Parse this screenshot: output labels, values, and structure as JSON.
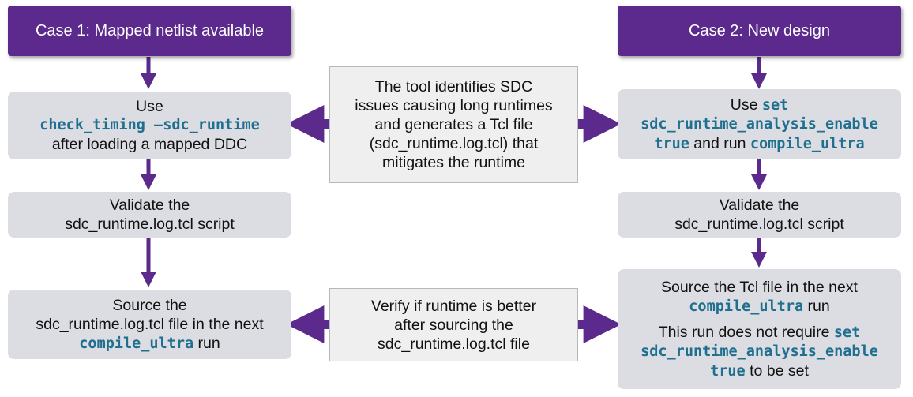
{
  "case1": {
    "header": "Case 1: Mapped netlist available",
    "step1": {
      "line1": "Use",
      "code": "check_timing –sdc_runtime",
      "line3": "after loading a mapped DDC"
    },
    "step2": {
      "line1": "Validate the",
      "line2": "sdc_runtime.log.tcl script"
    },
    "step3": {
      "line1": "Source the",
      "line2": "sdc_runtime.log.tcl file in the next",
      "code": "compile_ultra",
      "suffix": " run"
    }
  },
  "case2": {
    "header": "Case 2: New design",
    "step1": {
      "prefix": "Use ",
      "code1": "set",
      "code2": "sdc_runtime_analysis_enable",
      "code3": "true",
      "mid": " and run ",
      "code4": "compile_ultra"
    },
    "step2": {
      "line1": "Validate the",
      "line2": "sdc_runtime.log.tcl script"
    },
    "step3": {
      "line1": "Source the Tcl file in the next",
      "code1": "compile_ultra",
      "suffix1": " run",
      "line3": "This run does not require ",
      "code2": "set",
      "code3": "sdc_runtime_analysis_enable",
      "code4": "true",
      "suffix2": " to be set"
    }
  },
  "notes": {
    "top": [
      "The tool identifies SDC",
      "issues causing long runtimes",
      "and generates a Tcl file",
      "(sdc_runtime.log.tcl) that",
      "mitigates the runtime"
    ],
    "bottom": [
      "Verify if runtime is better",
      "after sourcing the",
      "sdc_runtime.log.tcl file"
    ]
  },
  "colors": {
    "header": "#5b2a8c",
    "arrow": "#5b2a8c",
    "code": "#1f6f8f",
    "step": "#dcdce3",
    "note": "#efefef"
  }
}
